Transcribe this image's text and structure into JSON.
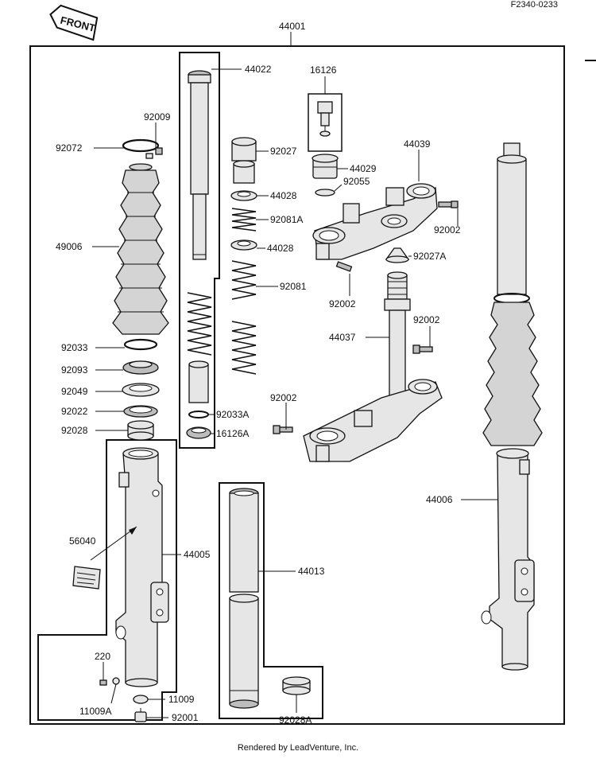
{
  "diagram_code": "F2340-0233",
  "front_badge": "FRONT",
  "footer": "Rendered by LeadVenture, Inc.",
  "labels": {
    "a44001": "44001",
    "a44022": "44022",
    "a16126": "16126",
    "a92009": "92009",
    "a92072": "92072",
    "a92027": "92027",
    "a44039": "44039",
    "a44029": "44029",
    "a92055": "92055",
    "a44028a": "44028",
    "a92081A": "92081A",
    "a92002a": "92002",
    "a49006": "49006",
    "a44028b": "44028",
    "a92027A": "92027A",
    "a92081": "92081",
    "a92002b": "92002",
    "a92002c": "92002",
    "a44037": "44037",
    "a92033": "92033",
    "a92093": "92093",
    "a92049": "92049",
    "a92002d": "92002",
    "a92022": "92022",
    "a92033A": "92033A",
    "a92028": "92028",
    "a16126A": "16126A",
    "a44006": "44006",
    "a56040": "56040",
    "a44005": "44005",
    "a44013": "44013",
    "a220": "220",
    "a11009": "11009",
    "a11009A": "11009A",
    "a92001": "92001",
    "a92028A": "92028A"
  }
}
